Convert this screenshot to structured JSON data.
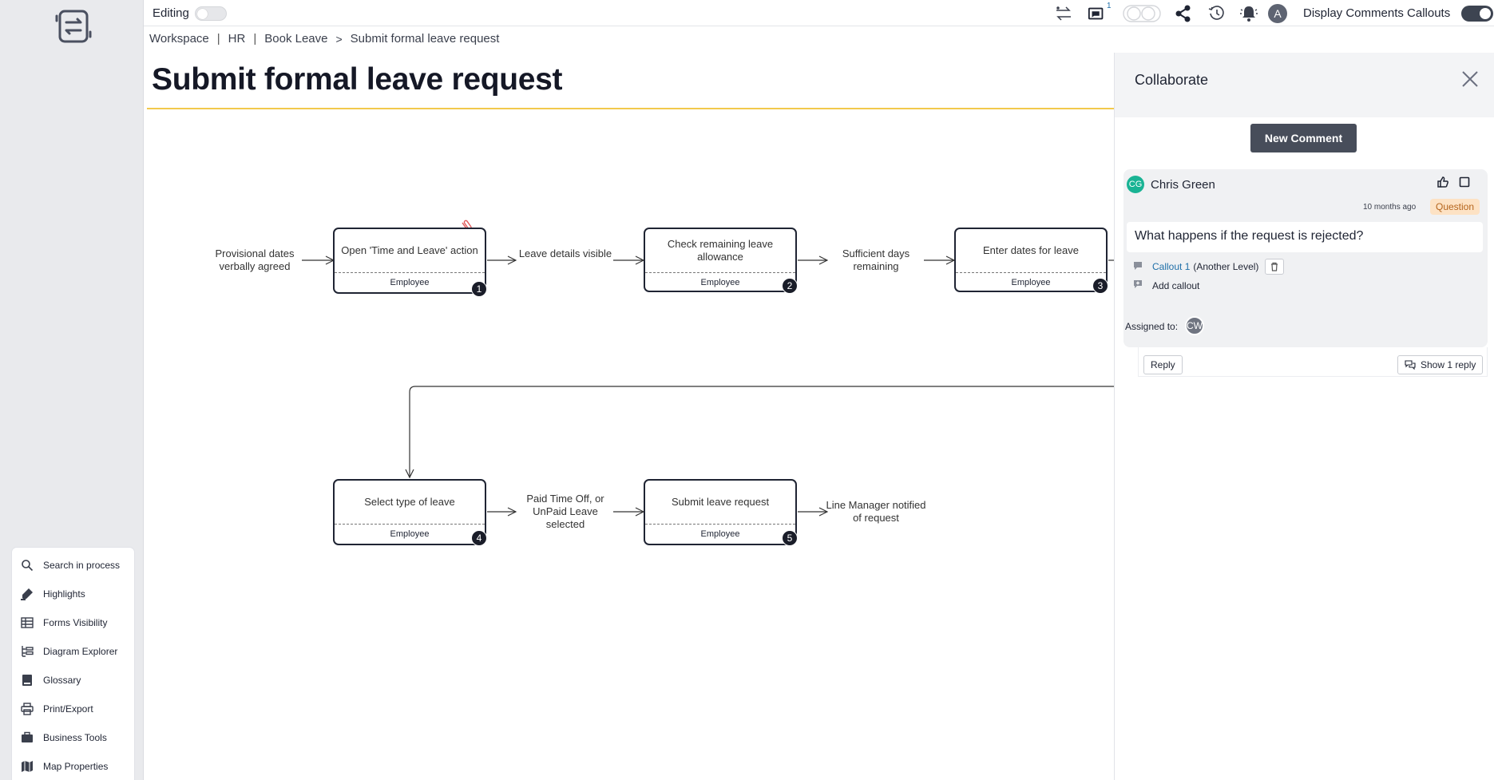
{
  "topbar": {
    "editing_label": "Editing",
    "comments_count": "1",
    "avatar_initial": "A",
    "display_comments_label": "Display Comments Callouts"
  },
  "breadcrumb": {
    "items": [
      "Workspace",
      "HR",
      "Book Leave",
      "Submit formal leave request"
    ],
    "sep": "|",
    "chevron": ">"
  },
  "page": {
    "title": "Submit formal leave request"
  },
  "tools": [
    {
      "label": "Search in process",
      "icon": "search-icon"
    },
    {
      "label": "Highlights",
      "icon": "highlighter-icon"
    },
    {
      "label": "Forms Visibility",
      "icon": "table-icon"
    },
    {
      "label": "Diagram Explorer",
      "icon": "tree-icon"
    },
    {
      "label": "Glossary",
      "icon": "book-icon"
    },
    {
      "label": "Print/Export",
      "icon": "printer-icon"
    },
    {
      "label": "Business Tools",
      "icon": "briefcase-icon"
    },
    {
      "label": "Map Properties",
      "icon": "map-icon"
    }
  ],
  "diagram": {
    "nodes": [
      {
        "title": "Open 'Time and Leave' action",
        "role": "Employee",
        "num": "1"
      },
      {
        "title": "Check remaining leave allowance",
        "role": "Employee",
        "num": "2"
      },
      {
        "title": "Enter dates for leave",
        "role": "Employee",
        "num": "3"
      },
      {
        "title": "Select type of leave",
        "role": "Employee",
        "num": "4"
      },
      {
        "title": "Submit leave request",
        "role": "Employee",
        "num": "5"
      }
    ],
    "events": [
      "Provisional dates verbally agreed",
      "Leave details visible",
      "Sufficient days remaining",
      "Paid Time Off, or UnPaid Leave selected",
      "Line Manager notified of request"
    ]
  },
  "collaborate": {
    "title": "Collaborate",
    "new_comment": "New Comment",
    "comment": {
      "author_initials": "CG",
      "author": "Chris Green",
      "time": "10 months ago",
      "type": "Question",
      "text": "What happens if the request is rejected?",
      "callout_link": "Callout 1",
      "callout_level": "(Another Level)",
      "add_callout": "Add callout",
      "assigned_label": "Assigned to:",
      "assignee_initials": "CW"
    },
    "reply": "Reply",
    "show_replies": "Show 1 reply"
  },
  "colors": {
    "accent_rule": "#f2c94c",
    "primary_button": "#474d5a",
    "question_badge_bg": "#fde2c4",
    "avatar_cg": "#19b394"
  }
}
